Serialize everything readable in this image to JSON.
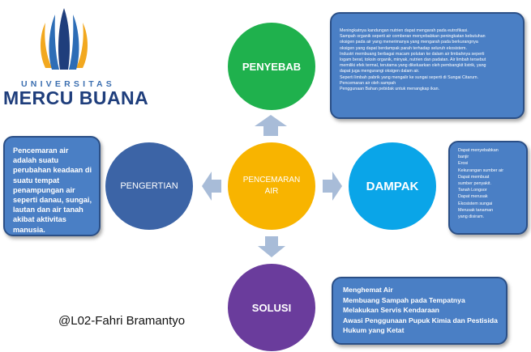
{
  "logo": {
    "university_label": "UNIVERSITAS",
    "name": "MERCU BUANA"
  },
  "author": "@L02-Fahri Bramantyo",
  "colors": {
    "penyebab": "#1fb14d",
    "center": "#f8b400",
    "dampak": "#0aa5e8",
    "pengertian": "#3c64a6",
    "solusi": "#6a3c9c",
    "box_fill": "#4a7fc5",
    "box_border": "#2b4f86",
    "arrow": "#a8bcd8"
  },
  "diagram": {
    "center": {
      "label_line1": "PENCEMARAN",
      "label_line2": "AIR"
    },
    "penyebab": {
      "label": "PENYEBAB"
    },
    "pengertian": {
      "label": "PENGERTIAN"
    },
    "dampak": {
      "label": "DAMPAK"
    },
    "solusi": {
      "label": "SOLUSI"
    }
  },
  "boxes": {
    "penyebab": {
      "lines": [
        "Meningkatnya kandungan nutrien dapat mengarah pada eutrofikasi.",
        "Sampah organik seperti air comberan menyebabkan peningkatan kebutuhan",
        "oksigen pada air yang menerimanya yang mengarah pada berkurangnya",
        "oksigen yang dapat berdampak parah terhadap seluruh ekosistem.",
        "Industri membuang berbagai macam polutan ke dalam air limbahnya seperti",
        "logam berat, toksin organik, minyak, nutrien dan padatan. Air limbah tersebut",
        "memiliki efek termal, terutama yang dikeluarkan oleh pembangkit listrik, yang",
        "dapat juga mengurangi oksigen dalam air.",
        "Seperti limbah pabrik yang mengalir ke sungai seperti di Sungai Citarum.",
        "Pencemaran air oleh sampah",
        "Penggunaan Bahan pebidak untuk menangkap ikan."
      ]
    },
    "pengertian": {
      "lines": [
        "Pencemaran air",
        "adalah suatu",
        "perubahan  keadaan di",
        "suatu tempat",
        "penampungan air",
        "seperti danau, sungai,",
        "lautan dan air tanah",
        "akibat aktivitas",
        "manusia."
      ]
    },
    "dampak": {
      "lines": [
        "Dapat  menyebabkan",
        "banjir",
        "Erosi",
        "Kekurangan  sumber air",
        "Dapat  membuat",
        "sumber penyakit.",
        "Tanah  Longsor",
        "Dapat  merusak",
        "Ekosistem  sungai",
        "Merusak  tanaman",
        "yang disiram."
      ]
    },
    "solusi": {
      "lines": [
        "Menghemat Air",
        "Membuang Sampah pada Tempatnya",
        "Melakukan Servis Kendaraan",
        "Awasi Penggunaan Pupuk Kimia dan Pestisida",
        "Hukum yang Ketat"
      ]
    }
  }
}
